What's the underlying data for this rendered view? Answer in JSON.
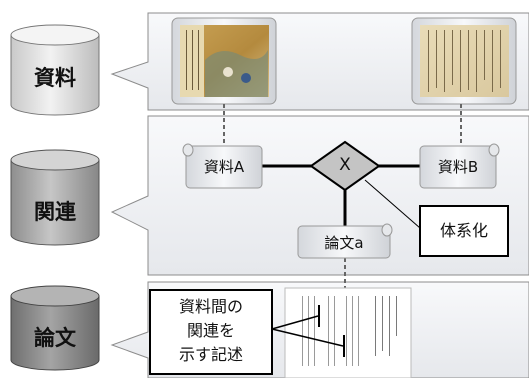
{
  "diagram": {
    "layers": {
      "materials": "資料",
      "relations": "関連",
      "papers": "論文"
    },
    "nodes": {
      "material_a": "資料A",
      "material_b": "資料B",
      "paper_a": "論文a",
      "relation": "X"
    },
    "callouts": {
      "systematization": "体系化",
      "relation_description": [
        "資料間の",
        "関連を",
        "示す記述"
      ]
    }
  }
}
